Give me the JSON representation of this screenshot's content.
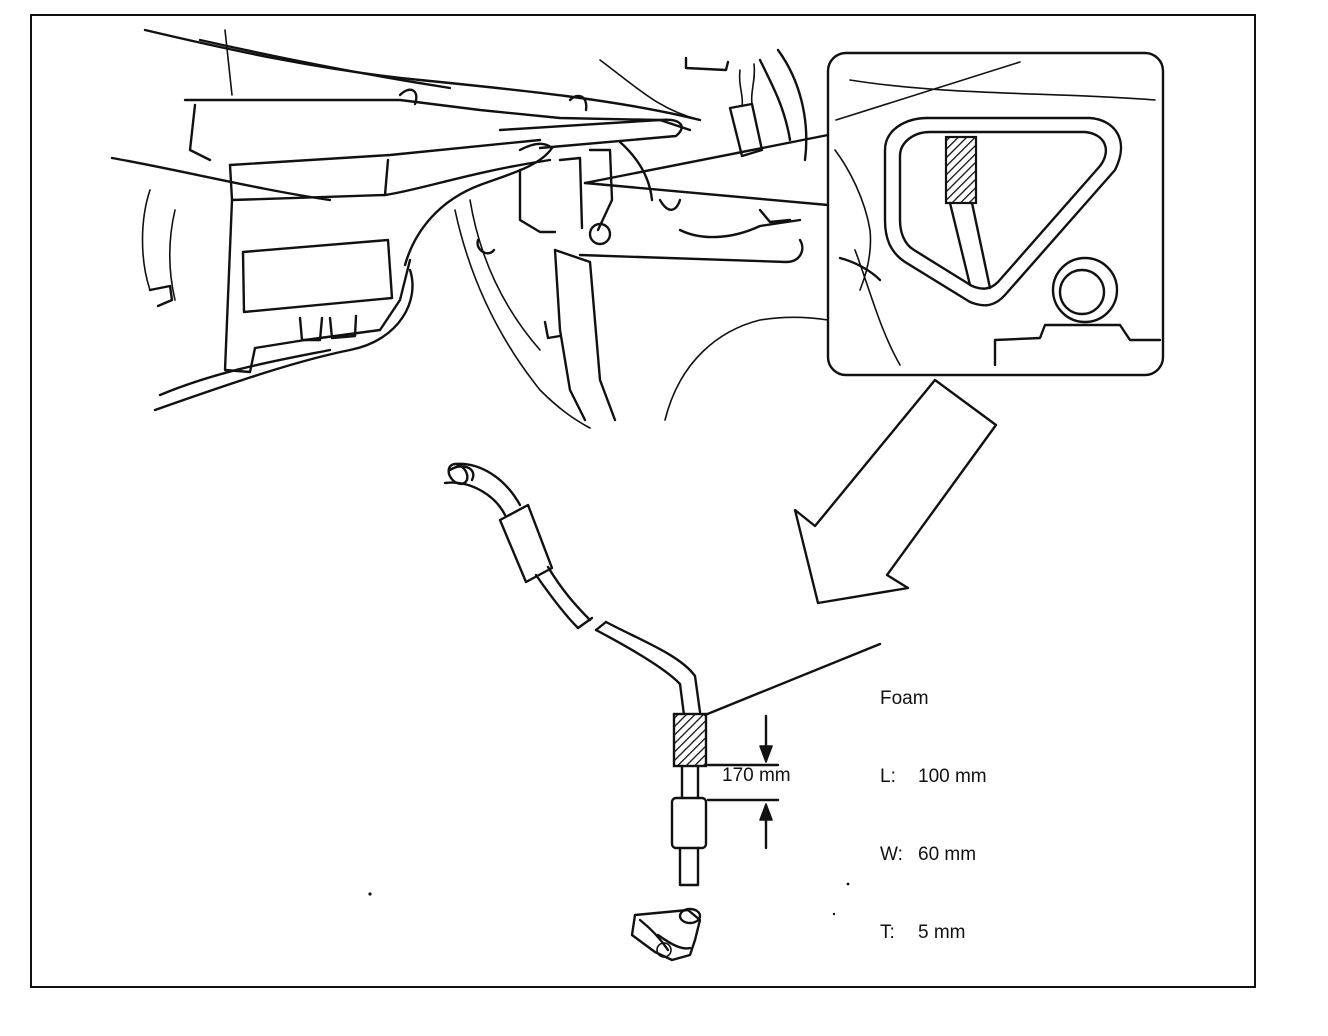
{
  "foam_spec": {
    "title": "Foam",
    "length_key": "L:",
    "length_value": "100 mm",
    "width_key": "W:",
    "width_value": "60 mm",
    "thickness_key": "T:",
    "thickness_value": "5 mm"
  },
  "dimension": {
    "offset_label": "170 mm"
  }
}
